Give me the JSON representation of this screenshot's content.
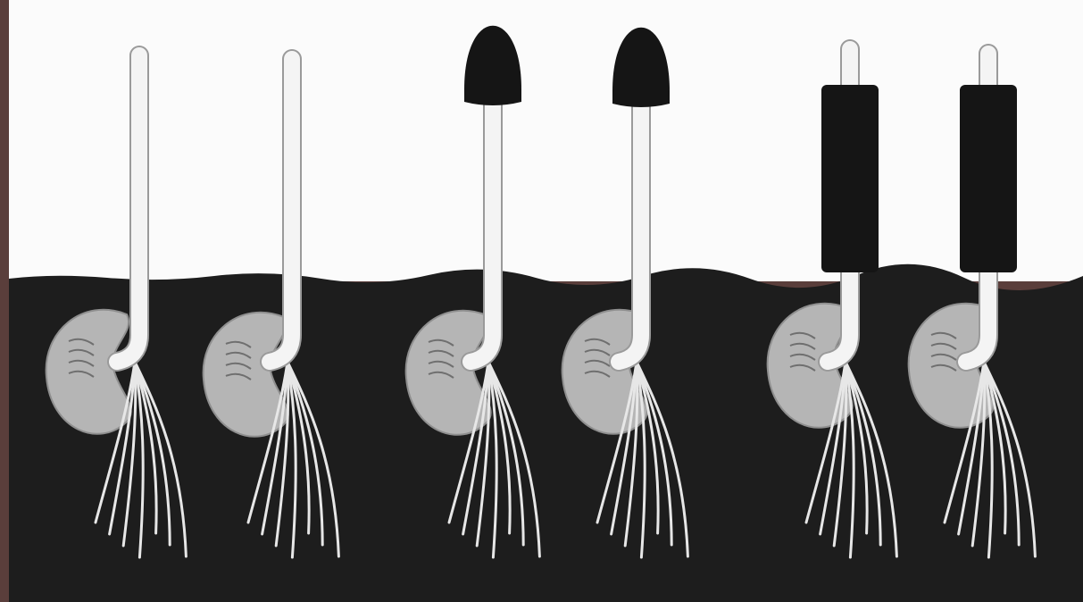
{
  "scene": {
    "kind": "illustration",
    "palette": {
      "frame": "#5a3e3b",
      "sky": "#fbfbfb",
      "soil": "#1d1d1d",
      "seed": "#b5b5b5",
      "seed_shadow": "#8f8f8f",
      "stem": "#f4f4f4",
      "stem_outline": "#9a9a9a",
      "cap": "#151515",
      "root": "#e7e7e7"
    },
    "seedlings": [
      {
        "id": 1,
        "cover": "none"
      },
      {
        "id": 2,
        "cover": "none"
      },
      {
        "id": 3,
        "cover": "tip-cap"
      },
      {
        "id": 4,
        "cover": "tip-cap"
      },
      {
        "id": 5,
        "cover": "stem-sleeve"
      },
      {
        "id": 6,
        "cover": "stem-sleeve"
      }
    ]
  }
}
